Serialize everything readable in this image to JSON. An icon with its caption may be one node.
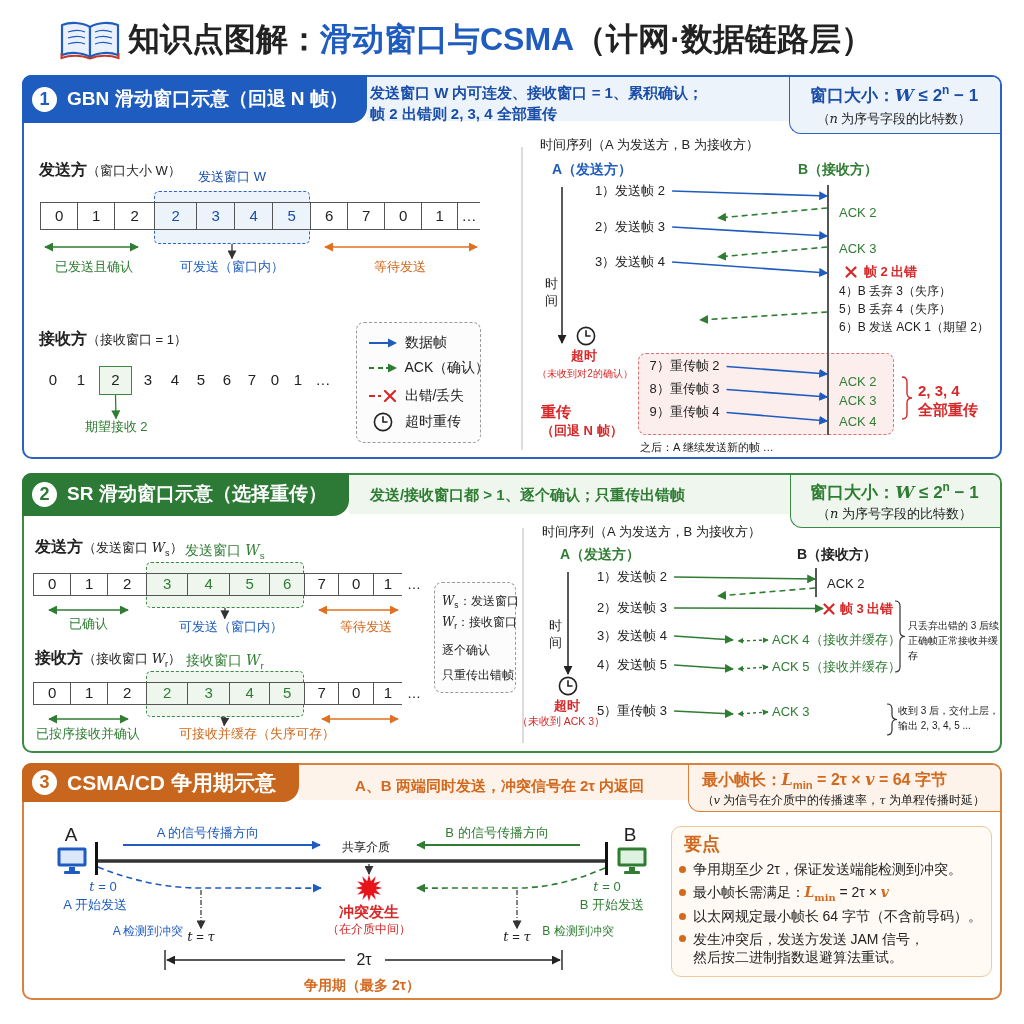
{
  "diagram": {
    "title": "知识点图解：**滑动窗口与CSMA**（计网·数据链路层）",
    "nodes": [
      {
        "text": [
          "1",
          "GBN 滑动窗口示意（回退 N 帧）",
          "发送窗口 W 内可连发、接收窗口 = 1、累积确认；帧 2 出错则 2, 3, 4 全部重传"
        ]
      },
      {
        "text": [
          "窗口大小：*W* ≤ 2$^{n}$ − 1",
          "（*n* 为序号字段的比特数）"
        ],
        "in": 0
      },
      {
        "text": [
          "发送窗口 W"
        ],
        "in": 0
      },
      {
        "text": [
          "可发送（窗口内）"
        ],
        "in": 0
      },
      {
        "text": [
          "2"
        ],
        "in": 0
      },
      {
        "text": [
          "期望接收 2"
        ],
        "in": 0
      },
      {
        "text": [
          "1）发送帧 2"
        ],
        "in": 0
      },
      {
        "text": [
          "2）发送帧 3"
        ],
        "in": 0
      },
      {
        "text": [
          "3）发送帧 4"
        ],
        "in": 0
      },
      {
        "text": [],
        "shape": "bar",
        "in": 0
      },
      {
        "text": [],
        "shape": "box",
        "in": 0
      },
      {
        "text": [
          "7）重传帧 2"
        ],
        "in": 10
      },
      {
        "text": [
          "8）重传帧 3"
        ],
        "in": 10
      },
      {
        "text": [
          "9）重传帧 4"
        ],
        "in": 10
      },
      {
        "text": [
          "2",
          "SR 滑动窗口示意（选择重传）",
          "发送/接收窗口都 > 1、逐个确认；只重传出错帧"
        ]
      },
      {
        "text": [
          "窗口大小：*W* ≤ 2$^{n}$ − 1",
          "（*n* 为序号字段的比特数）"
        ],
        "in": 14
      },
      {
        "text": [
          "发送窗口 *W*$_{s}$"
        ],
        "in": 14
      },
      {
        "text": [
          "可发送（窗口内）"
        ],
        "in": 14
      },
      {
        "text": [
          "接收窗口 *W*$_{r}$"
        ],
        "in": 14
      },
      {
        "text": [
          "可接收并缓存（失序可存）"
        ],
        "in": 14
      },
      {
        "text": [
          "1）发送帧 2"
        ],
        "in": 14
      },
      {
        "text": [],
        "shape": "bar",
        "in": 14
      },
      {
        "text": [
          "2）发送帧 3"
        ],
        "in": 14
      },
      {
        "text": [
          "帧 3 出错"
        ],
        "in": 14
      },
      {
        "text": [
          "3）发送帧 4"
        ],
        "in": 14
      },
      {
        "text": [
          "ACK 4（接收并缓存）"
        ],
        "in": 14
      },
      {
        "text": [
          "4）发送帧 5"
        ],
        "in": 14
      },
      {
        "text": [
          "ACK 5（接收并缓存）"
        ],
        "in": 14
      },
      {
        "text": [
          "5）重传帧 3"
        ],
        "in": 14
      },
      {
        "text": [
          "ACK 3"
        ],
        "in": 14
      },
      {
        "text": [
          "3",
          "CSMA/CD 争用期示意",
          "A、B 两端同时发送，冲突信号在 2τ 内返回"
        ]
      },
      {
        "text": [
          "最小帧长：*L*$_{min}$ = 2τ × *v* = 64 字节",
          "（*v* 为信号在介质中的传播速率，*τ* 为单程传播时延）"
        ],
        "in": 30
      },
      {
        "text": [
          "A"
        ],
        "beside": [
          "*t* = 0",
          "A 开始发送"
        ],
        "in": 30
      },
      {
        "text": [
          "B"
        ],
        "beside": [
          "*t* = 0",
          "B 开始发送"
        ],
        "in": 30
      },
      {
        "text": [
          "冲突发生",
          "（在介质中间）"
        ],
        "in": 30
      },
      {
        "text": [
          "*t* = *τ*"
        ],
        "beside": [
          "A 检测到冲突"
        ],
        "in": 30
      },
      {
        "text": [
          "*t* = *τ*"
        ],
        "beside": [
          "B 检测到冲突"
        ],
        "in": 30
      },
      {
        "text": [
          "要点",
          "争用期至少 2τ，保证发送端能检测到冲突。",
          "最小帧长需满足：*L*$_{min}$ = 2τ × *v*",
          "以太网规定最小帧长 64 字节（不含前导码）。",
          "发生冲突后，发送方发送 JAM 信号，然后按二进制指数退避算法重试。"
        ],
        "in": 30
      }
    ],
    "edges": [
      {
        "from": 2,
        "to": 3,
        "arrow": "to"
      },
      {
        "from": 4,
        "to": 5,
        "arrow": "to",
        "color": "#2e7d32"
      },
      {
        "from": 6,
        "to": 9,
        "arrow": "to",
        "color": "#1f5cbf"
      },
      {
        "from": 9,
        "to": null,
        "arrow": "to",
        "style": "dashed",
        "color": "#2e7d32"
      },
      {
        "from": 7,
        "to": 9,
        "arrow": "to",
        "color": "#1f5cbf"
      },
      {
        "from": 9,
        "to": null,
        "arrow": "to",
        "style": "dashed",
        "color": "#2e7d32"
      },
      {
        "from": 8,
        "to": 9,
        "arrow": "to",
        "color": "#1f5cbf"
      },
      {
        "from": 9,
        "to": null,
        "arrow": "to",
        "style": "dashed",
        "color": "#2e7d32"
      },
      {
        "from": 11,
        "to": 9,
        "arrow": "to",
        "color": "#1f5cbf"
      },
      {
        "from": 12,
        "to": 9,
        "arrow": "to",
        "color": "#1f5cbf"
      },
      {
        "from": 13,
        "to": 9,
        "arrow": "to",
        "color": "#1f5cbf"
      },
      {
        "from": 16,
        "to": 17,
        "arrow": "to"
      },
      {
        "from": 18,
        "to": 19,
        "arrow": "to"
      },
      {
        "from": 20,
        "to": 21,
        "arrow": "to",
        "color": "#2e7d32"
      },
      {
        "from": 21,
        "to": null,
        "arrow": "to",
        "style": "dashed",
        "color": "#2e7d32"
      },
      {
        "from": 22,
        "to": 23,
        "arrow": "to",
        "color": "#2e7d32"
      },
      {
        "from": 24,
        "to": null,
        "arrow": "to",
        "color": "#2e7d32"
      },
      {
        "from": 25,
        "to": null,
        "arrow": "both",
        "style": "dashed",
        "color": "#2e7d32"
      },
      {
        "from": 26,
        "to": null,
        "arrow": "to",
        "color": "#2e7d32"
      },
      {
        "from": 27,
        "to": null,
        "arrow": "both",
        "style": "dashed",
        "color": "#2e7d32"
      },
      {
        "from": 28,
        "to": null,
        "arrow": "to",
        "color": "#2e7d32"
      },
      {
        "from": 29,
        "to": null,
        "arrow": "both",
        "style": "dashed",
        "color": "#2e7d32"
      },
      {
        "from": 32,
        "to": 33,
        "arrow": "none",
        "label": "共享介质",
        "style": "thick"
      },
      {
        "from": null,
        "to": 34,
        "arrow": "to"
      },
      {
        "from": 32,
        "to": 34,
        "arrow": "to",
        "style": "dashed",
        "color": "#1f5cbf"
      },
      {
        "from": 33,
        "to": 34,
        "arrow": "to",
        "style": "dashed",
        "color": "#2e7d32"
      },
      {
        "from": null,
        "to": 35,
        "arrow": "to",
        "style": "dashed"
      },
      {
        "from": null,
        "to": 36,
        "arrow": "to",
        "style": "dashed"
      }
    ],
    "labels": [
      "**发送方**（窗口大小 W）",
      "0",
      "1",
      "2",
      "2",
      "3",
      "4",
      "5",
      "6",
      "7",
      "0",
      "1",
      "…",
      "已发送且确认",
      "等待发送",
      "**接收方**（接收窗口 = 1）",
      "0",
      "1",
      "3",
      "4",
      "5",
      "6",
      "7",
      "0",
      "1",
      "…",
      "时间序列（A 为发送方，B 为接收方）",
      "A（发送方）",
      "B（接收方）",
      "ACK 2",
      "ACK 3",
      "时间",
      "帧 2 出错",
      "4）B 丢弃 3（失序）",
      "5）B 丢弃 4（失序）",
      "6）B 发送 ACK 1（期望 2）",
      "超时",
      "（未收到对2的确认）",
      "ACK 2",
      "ACK 3",
      "ACK 4",
      "2, 3, 4 全部重传",
      "重传",
      "（回退 N 帧）",
      "之后：A 继续发送新的帧 …",
      "**发送方**（发送窗口 *W*$_{s}$）",
      "0",
      "1",
      "2",
      "3",
      "4",
      "5",
      "6",
      "7",
      "0",
      "1",
      "…",
      "已确认",
      "等待发送",
      "**接收方**（接收窗口 *W*$_{r}$）",
      "0",
      "1",
      "2",
      "2",
      "3",
      "4",
      "5",
      "7",
      "0",
      "1",
      "…",
      "已按序接收并确认",
      "*W*$_{s}$：发送窗口",
      "*W*$_{r}$：接收窗口",
      "逐个确认",
      "只重传出错帧",
      "时间序列（A 为发送方，B 为接收方）",
      "A（发送方）",
      "B（接收方）",
      "ACK 2",
      "时间",
      "只丢弃出错的 3 后续正确帧正常接收并缓存",
      "超时",
      "（未收到 ACK 3）",
      "收到 3 后，交付上层，输出 2, 3, 4, 5 ...",
      "A 的信号传播方向",
      "B 的信号传播方向",
      "2τ",
      "争用期（最多 2τ）"
    ],
    "legend": [
      {
        "text": "数据帧"
      },
      {
        "text": "ACK（确认）"
      },
      {
        "text": "出错/丢失"
      },
      {
        "text": "超时重传"
      }
    ]
  }
}
